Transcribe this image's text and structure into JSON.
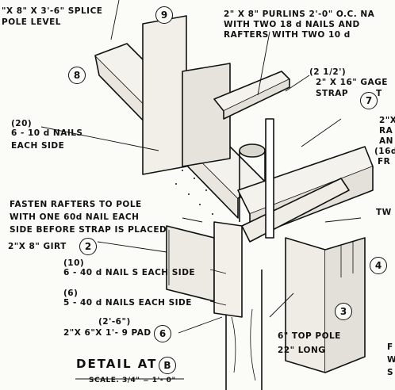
{
  "notes": {
    "splice_1": "\"X 8\" X 3'-6\" SPLICE",
    "splice_2": "POLE LEVEL",
    "purlins_1": "2\" X 8\"  PURLINS  2'-0\" O.C. NA",
    "purlins_2": "WITH  TWO 18 d  NAILS  AND",
    "purlins_3": "RAFTERS  WITH  TWO  10 d",
    "strap_dim": "(2 1/2')",
    "strap_1": "2\" X 16\"  GAGE",
    "strap_2": "STRAP",
    "strap_cut": "T",
    "right_1": "2\"X",
    "right_2": "RA",
    "right_3": "AN",
    "right_4": "(16d",
    "right_5": "FR",
    "right_tw": "TW",
    "nails20_a": "(20)",
    "nails20_b": "6 - 10 d NAILS",
    "nails20_c": "EACH  SIDE",
    "fasten_1": "FASTEN  RAFTERS TO POLE",
    "fasten_2": "WITH  ONE  60d  NAIL EACH",
    "fasten_3": "SIDE  BEFORE  STRAP  IS PLACED",
    "girt": "2\"X 8\"  GIRT",
    "nails10_a": "(10)",
    "nails10_b": "6 - 40 d NAIL S  EACH  SIDE",
    "nails6_a": "(6)",
    "nails6_b": "5 - 40 d NAILS  EACH  SIDE",
    "pad_dim": "(2'-6\")",
    "pad": "2\"X 6\"X 1'- 9  PAD",
    "pole_1": "6\" TOP  POLE",
    "pole_2": "22\" LONG",
    "detail": "DETAIL AT",
    "detail_ref": "B",
    "scale": "SCALE. 3/4\" = 1'- 0\"",
    "br_1": "F",
    "br_2": "W",
    "br_3": "S"
  },
  "callouts": {
    "c2": "2",
    "c3": "3",
    "c4": "4",
    "c6": "6",
    "c7": "7",
    "c8": "8",
    "c9": "9"
  }
}
